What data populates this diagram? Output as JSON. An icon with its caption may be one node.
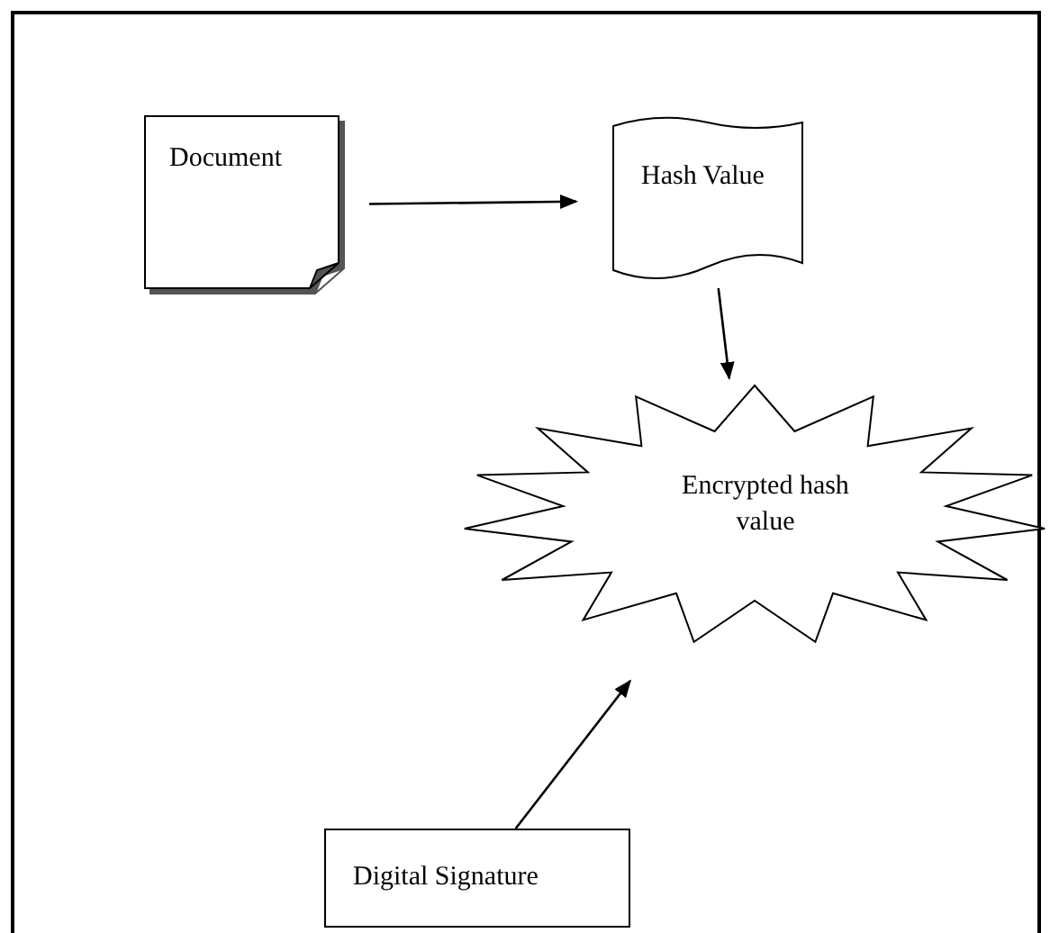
{
  "diagram": {
    "nodes": [
      {
        "text": [
          "Document"
        ]
      },
      {
        "text": [
          "Hash Value"
        ]
      },
      {
        "text": [
          "Encrypted hash value"
        ]
      },
      {
        "text": [
          "Digital Signature"
        ]
      }
    ],
    "edges": [
      {
        "from": 0,
        "to": 1,
        "arrow": "to"
      },
      {
        "from": 1,
        "to": 2,
        "arrow": "to"
      },
      {
        "from": 3,
        "to": 2,
        "arrow": "to"
      }
    ]
  }
}
